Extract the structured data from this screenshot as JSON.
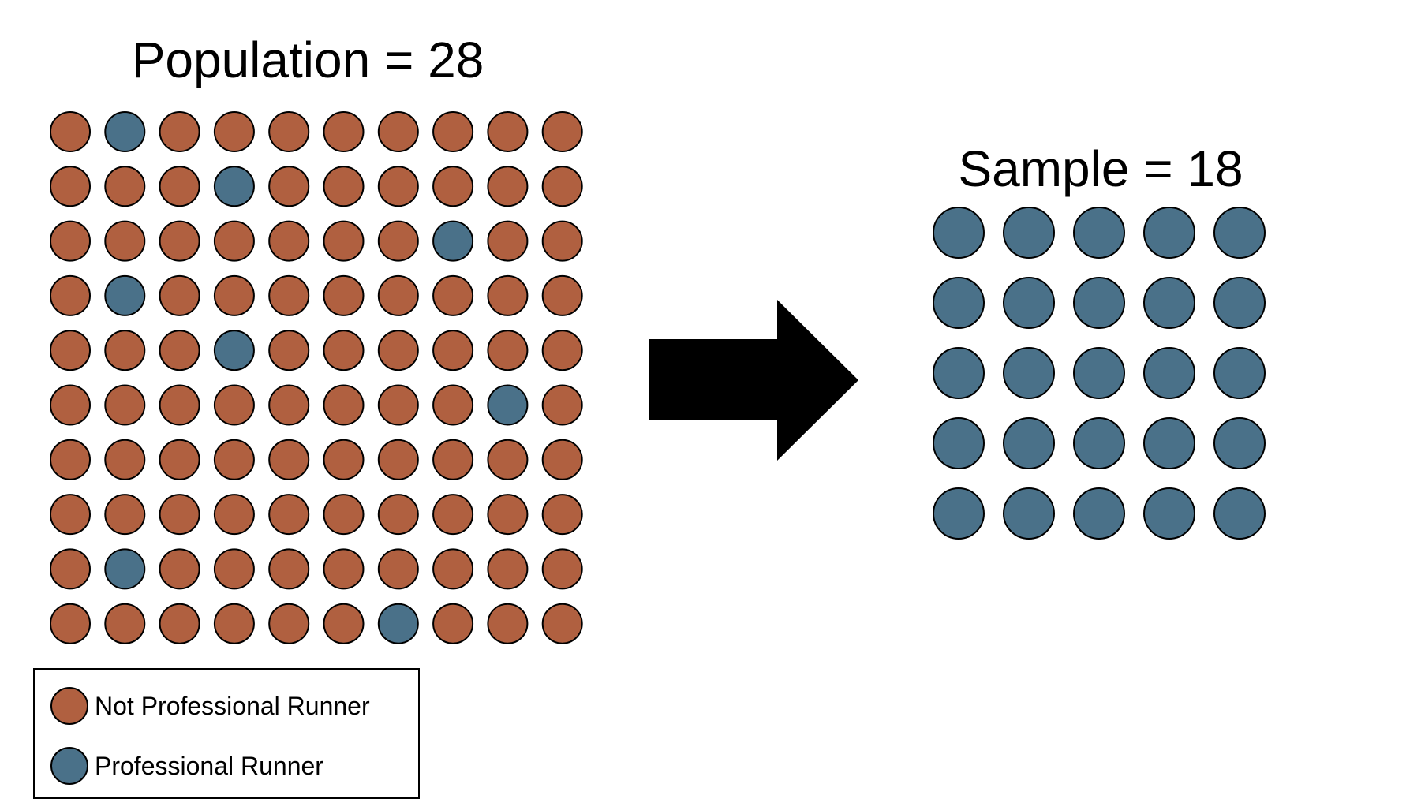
{
  "population": {
    "title": "Population = 28",
    "rows": 10,
    "cols": 10,
    "grid": [
      "0100000000",
      "0001000000",
      "0000000100",
      "0100000000",
      "0001000000",
      "0000000010",
      "0000000000",
      "0000000000",
      "0100000000",
      "0000001000"
    ]
  },
  "sample": {
    "title": "Sample = 18",
    "rows": 5,
    "cols": 5
  },
  "legend": {
    "items": [
      {
        "label": "Not Professional Runner",
        "color": "#b06040"
      },
      {
        "label": "Professional Runner",
        "color": "#4a7189"
      }
    ]
  },
  "colors": {
    "not_professional": "#b06040",
    "professional": "#4a7189",
    "arrow": "#000000",
    "outline": "#000000"
  }
}
